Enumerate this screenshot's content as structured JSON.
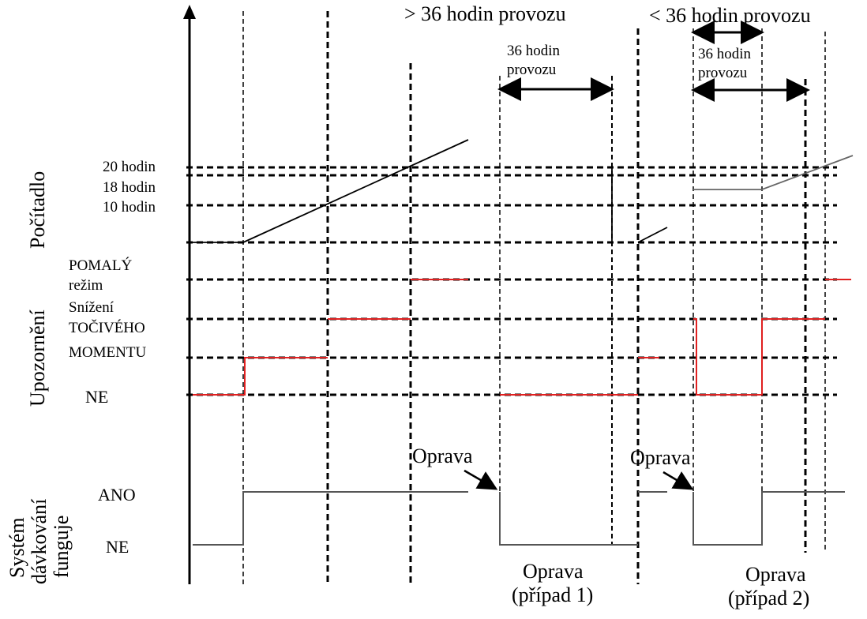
{
  "header": {
    "left_interval": "> 36 hodin provozu",
    "right_interval": "< 36 hodin provozu",
    "case1_span_label_line1": "36 hodin",
    "case1_span_label_line2": "provozu",
    "case2_span_label_line1": "36 hodin",
    "case2_span_label_line2": "provozu"
  },
  "rows": {
    "counter_title": "Počítadlo",
    "warning_title": "Upozornění",
    "dosing_title_line1": "Systém",
    "dosing_title_line2": "dávkování",
    "dosing_title_line3": "funguje"
  },
  "counter_levels": [
    "20 hodin",
    "18 hodin",
    "10 hodin"
  ],
  "warning_levels": [
    "POMALÝ",
    "režim",
    "Snížení",
    "TOČIVÉHO",
    "MOMENTU",
    "NE"
  ],
  "dosing_levels": [
    "ANO",
    "NE"
  ],
  "annotations": {
    "repair_1": "Oprava",
    "repair_2": "Oprava",
    "case1_line1": "Oprava",
    "case1_line2": "(případ 1)",
    "case2_line1": "Oprava",
    "case2_line2": "(případ 2)"
  },
  "colors": {
    "warning_signal": "#e02020",
    "line": "#000000",
    "signal_gray": "#555555"
  }
}
